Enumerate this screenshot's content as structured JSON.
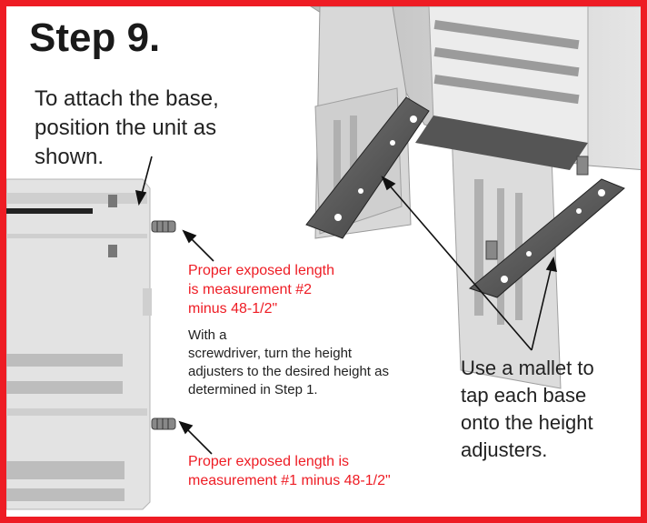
{
  "step": {
    "title": "Step 9."
  },
  "intro": {
    "line1": "To attach the base,",
    "line2": "position the unit as",
    "line3": "shown."
  },
  "notes": {
    "top_line1": "Proper exposed length",
    "top_line2": "is measurement #2",
    "top_line3": "minus 48-1/2\"",
    "bottom_line1": "Proper exposed length is",
    "bottom_line2": "measurement #1 minus 48-1/2\""
  },
  "instructions": {
    "line1": "With a",
    "line2": "screwdriver, turn the height",
    "line3": "adjusters to the desired height as",
    "line4": "determined in Step 1."
  },
  "mallet": {
    "line1": "Use a mallet to",
    "line2": "tap each base",
    "line3": "onto the height",
    "line4": "adjusters."
  },
  "colors": {
    "frame": "#ee1c24",
    "note_text": "#ee1c24",
    "body_text": "#222222"
  }
}
